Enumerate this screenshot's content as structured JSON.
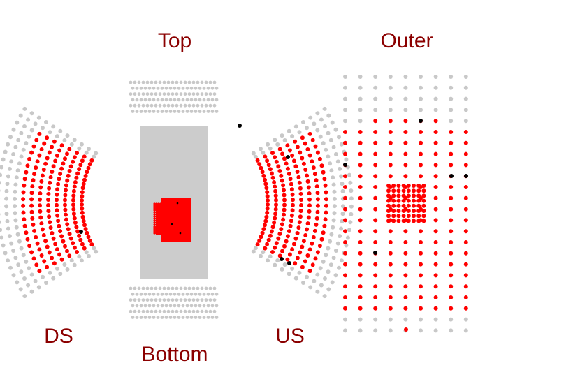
{
  "labels": {
    "top": "Top",
    "outer": "Outer",
    "ds": "DS",
    "bottom": "Bottom",
    "us": "US"
  },
  "colors": {
    "label": "#8b0000",
    "hit": "#ff0000",
    "off": "#c8c8c8",
    "dead": "#000000",
    "plate": "#cccccc"
  }
}
